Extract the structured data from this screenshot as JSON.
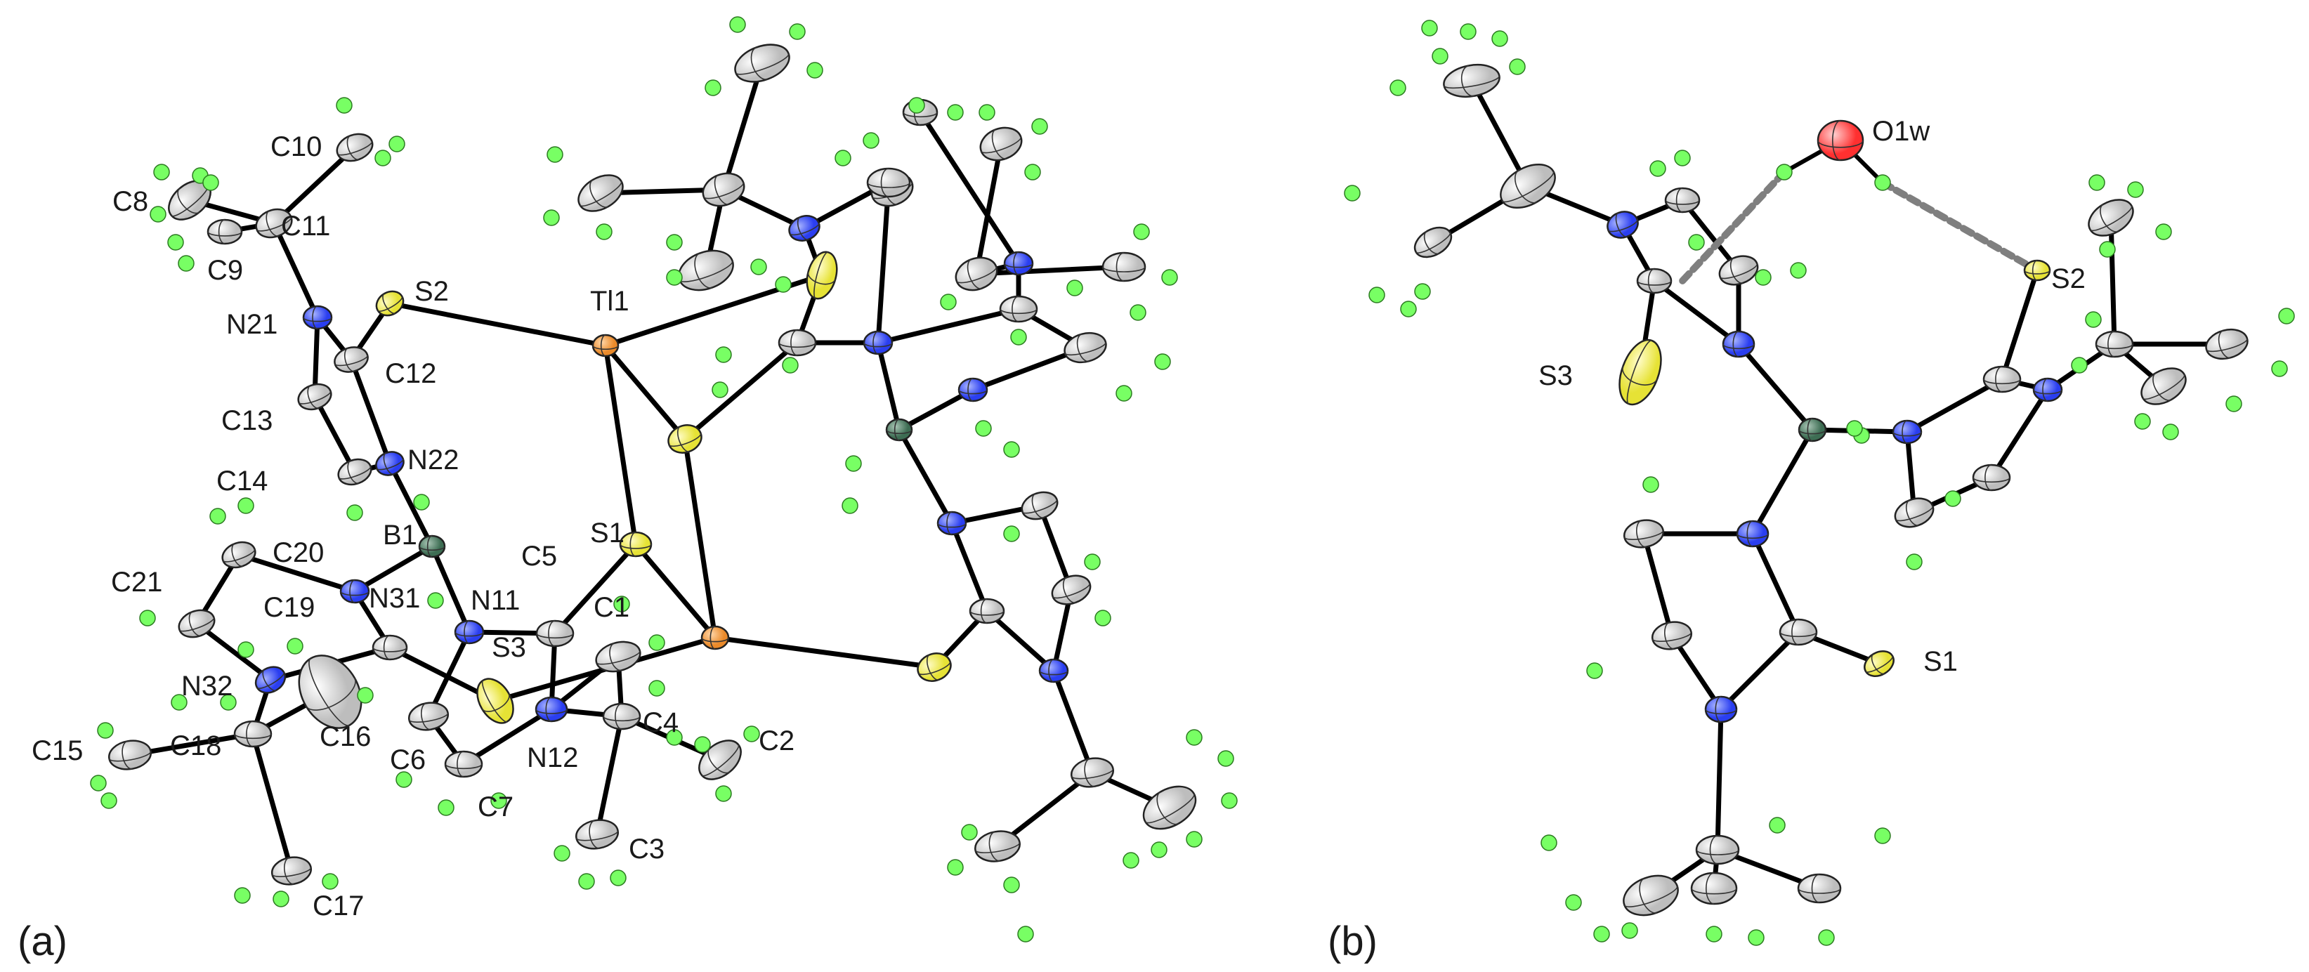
{
  "panels": [
    {
      "id": "a",
      "label": "(a)",
      "atom_labels": [
        "C10",
        "C8",
        "C11",
        "C9",
        "S2",
        "Tl1",
        "N21",
        "C12",
        "C13",
        "N22",
        "C14",
        "B1",
        "C20",
        "C5",
        "S1",
        "C21",
        "N31",
        "N11",
        "C19",
        "C1",
        "S3",
        "N32",
        "C15",
        "C18",
        "C16",
        "C6",
        "C4",
        "C2",
        "N12",
        "C7",
        "C3",
        "C17"
      ]
    },
    {
      "id": "b",
      "label": "(b)",
      "atom_labels": [
        "O1w",
        "S2",
        "S3",
        "S1"
      ]
    }
  ],
  "colors": {
    "carbon": "#d9d9d9",
    "nitrogen": "#3b52ff",
    "sulfur": "#f2f25a",
    "thallium": "#f5a04a",
    "boron": "#4d7f63",
    "oxygen": "#ff2020",
    "hydrogen": "#78ff64",
    "bond": "#000000",
    "hbond": "#7f7f7f"
  }
}
